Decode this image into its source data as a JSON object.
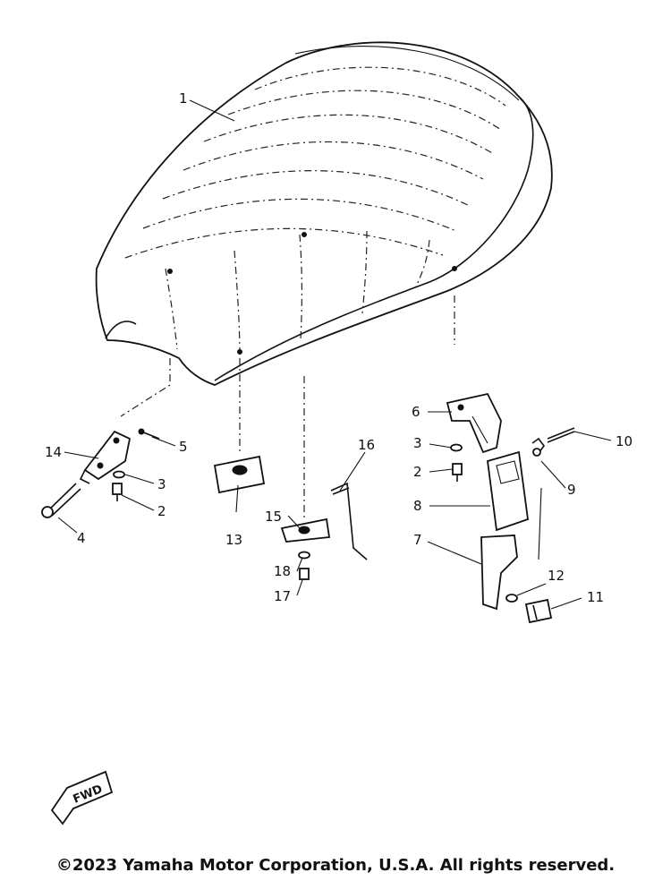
{
  "parts": {
    "p1": "1",
    "p2a": "2",
    "p2b": "2",
    "p3a": "3",
    "p3b": "3",
    "p4": "4",
    "p5": "5",
    "p6": "6",
    "p7": "7",
    "p8": "8",
    "p9": "9",
    "p10": "10",
    "p11": "11",
    "p12": "12",
    "p13": "13",
    "p14": "14",
    "p15": "15",
    "p16": "16",
    "p17": "17",
    "p18": "18"
  },
  "fwd_label": "FWD",
  "copyright": "©2023 Yamaha Motor Corporation, U.S.A. All rights reserved."
}
